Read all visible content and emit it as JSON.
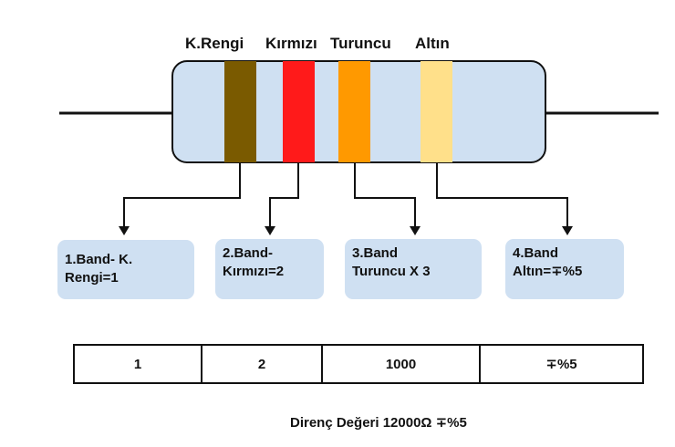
{
  "bands": [
    {
      "label": "K.Rengi",
      "color": "#7a5a00"
    },
    {
      "label": "Kırmızı",
      "color": "#ff1a1a"
    },
    {
      "label": "Turuncu",
      "color": "#ff9900"
    },
    {
      "label": "Altın",
      "color": "#ffe08a"
    }
  ],
  "resistor_body_color": "#cfe0f2",
  "boxes": [
    {
      "line1": "1.Band- K.",
      "line2": "Rengi=1"
    },
    {
      "line1": "2.Band-",
      "line2": "Kırmızı=2"
    },
    {
      "line1": "3.Band",
      "line2": "Turuncu X 3"
    },
    {
      "line1": "4.Band",
      "line2": "Altın=∓%5"
    }
  ],
  "table_values": [
    "1",
    "2",
    "1000",
    "∓%5"
  ],
  "result": "Direnç Değeri 12000Ω  ∓%5"
}
